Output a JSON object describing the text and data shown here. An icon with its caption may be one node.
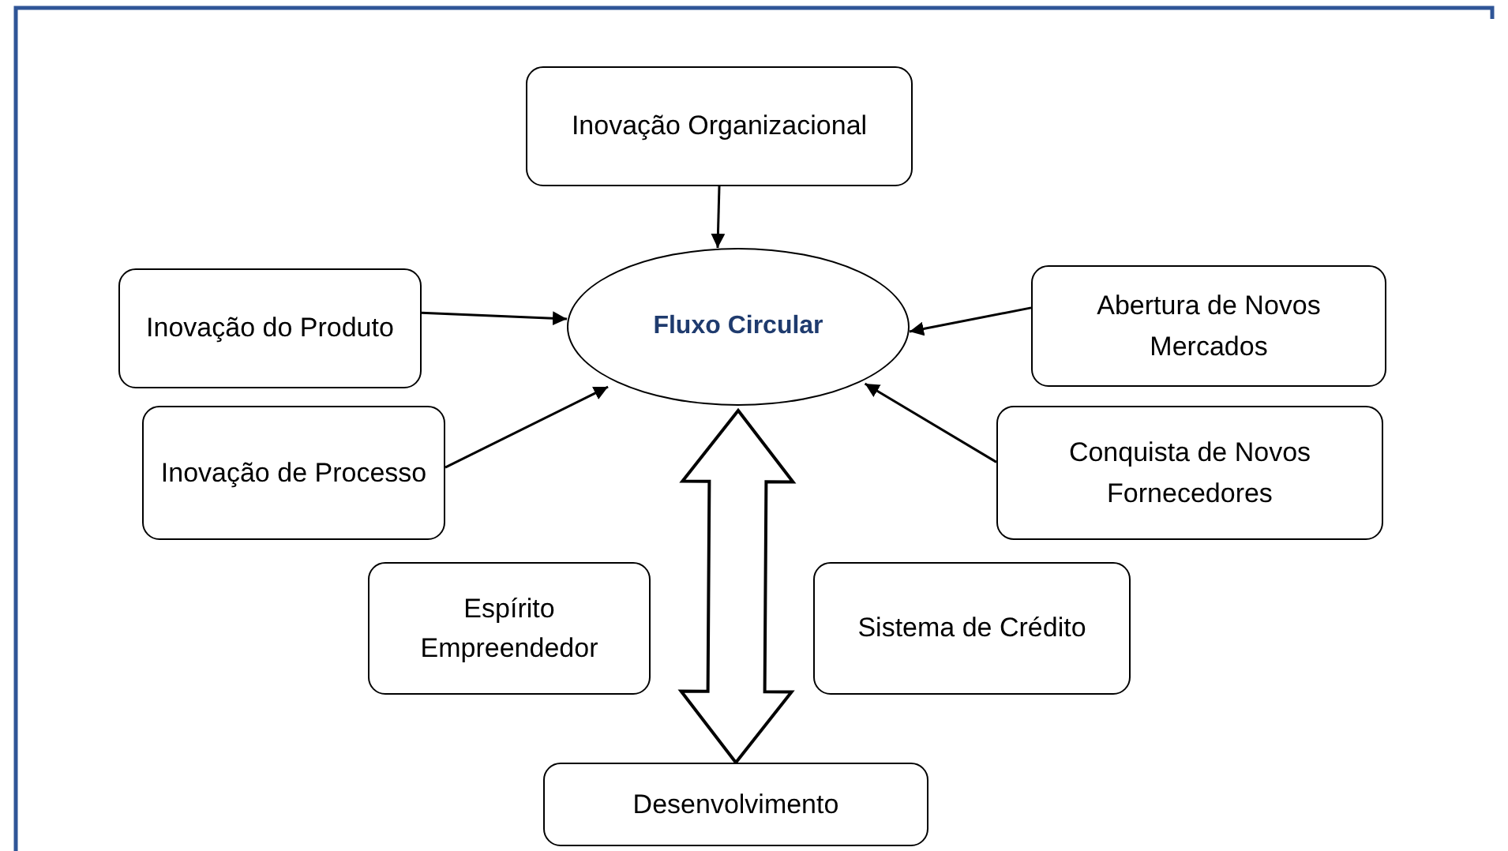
{
  "diagram": {
    "nodes": [
      {
        "text": [
          "Inovação Organizacional"
        ]
      },
      {
        "text": [
          "Fluxo Circular"
        ]
      },
      {
        "text": [
          "Inovação do Produto"
        ]
      },
      {
        "text": [
          "Inovação de Processo"
        ]
      },
      {
        "text": [
          "Abertura de Novos Mercados"
        ]
      },
      {
        "text": [
          "Conquista de Novos Fornecedores"
        ]
      },
      {
        "text": [
          "Espírito Empreendedor"
        ]
      },
      {
        "text": [
          "Sistema de Crédito"
        ]
      },
      {
        "text": [
          "Desenvolvimento"
        ]
      }
    ],
    "edges": [
      {
        "from": 0,
        "to": 1,
        "arrow": "to"
      },
      {
        "from": 2,
        "to": 1,
        "arrow": "to"
      },
      {
        "from": 3,
        "to": 1,
        "arrow": "to"
      },
      {
        "from": 4,
        "to": 1,
        "arrow": "to"
      },
      {
        "from": 5,
        "to": 1,
        "arrow": "to"
      },
      {
        "from": 1,
        "to": 8,
        "arrow": "both",
        "style": "thick"
      }
    ]
  }
}
